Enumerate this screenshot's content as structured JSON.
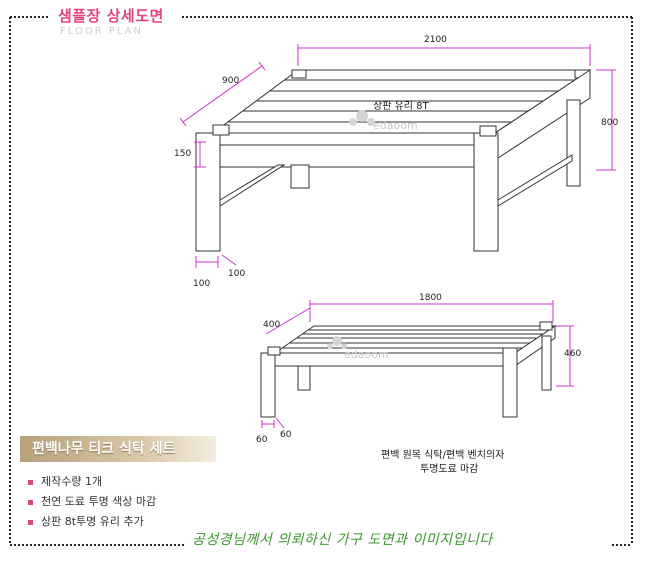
{
  "header": {
    "title": "샘플장 상세도면",
    "subtitle": "FLOOR PLAN"
  },
  "table": {
    "dim_length": "2100",
    "dim_depth": "900",
    "dim_height": "800",
    "dim_top_thickness": "150",
    "dim_leg_a": "100",
    "dim_leg_b": "100",
    "glass_note": "상판 유리 8T",
    "watermark": "edaoom"
  },
  "bench": {
    "dim_length": "1800",
    "dim_depth": "400",
    "dim_height": "460",
    "dim_leg_a": "60",
    "dim_leg_b": "60",
    "watermark": "edaoom"
  },
  "description": {
    "line1": "편백 원목 식탁/편백 벤치의자",
    "line2": "투명도료 마감"
  },
  "set_title": "편백나무 티크 식탁 세트",
  "bullets": [
    {
      "text": "제작수량  1개"
    },
    {
      "text": "천연 도료 투명 색상 마감"
    },
    {
      "text": "상판 8t투명 유리 추가"
    }
  ],
  "footer": "공성경님께서 의뢰하신 가구 도면과 이미지입니다",
  "colors": {
    "accent": "#e0457a",
    "dimension": "#cc33cc",
    "footer": "#3a9a2a"
  }
}
